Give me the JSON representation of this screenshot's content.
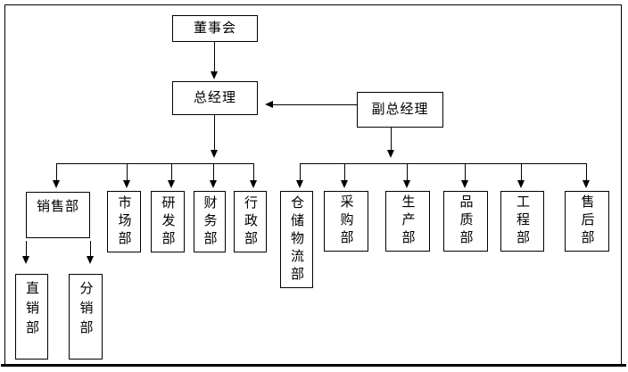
{
  "diagram": {
    "type": "org-chart",
    "background_color": "#ffffff",
    "line_color": "#000000",
    "nodes": {
      "board": "董事会",
      "general_manager": "总经理",
      "deputy_general_manager": "副总经理",
      "sales_dept": "销售部",
      "marketing_dept": "市场部",
      "rnd_dept": "研发部",
      "finance_dept": "财务部",
      "admin_dept": "行政部",
      "warehouse_logistics_dept": "仓储物流部",
      "purchasing_dept": "采购部",
      "production_dept": "生产部",
      "quality_dept": "品质部",
      "engineering_dept": "工程部",
      "after_sales_dept": "售后部",
      "direct_sales_dept": "直销部",
      "distribution_dept": "分销部"
    },
    "edges": [
      {
        "from": "board",
        "to": "general_manager"
      },
      {
        "from": "deputy_general_manager",
        "to": "general_manager"
      },
      {
        "from": "general_manager",
        "to": "sales_dept"
      },
      {
        "from": "general_manager",
        "to": "marketing_dept"
      },
      {
        "from": "general_manager",
        "to": "rnd_dept"
      },
      {
        "from": "general_manager",
        "to": "finance_dept"
      },
      {
        "from": "general_manager",
        "to": "admin_dept"
      },
      {
        "from": "deputy_general_manager",
        "to": "warehouse_logistics_dept"
      },
      {
        "from": "deputy_general_manager",
        "to": "purchasing_dept"
      },
      {
        "from": "deputy_general_manager",
        "to": "production_dept"
      },
      {
        "from": "deputy_general_manager",
        "to": "quality_dept"
      },
      {
        "from": "deputy_general_manager",
        "to": "engineering_dept"
      },
      {
        "from": "deputy_general_manager",
        "to": "after_sales_dept"
      },
      {
        "from": "sales_dept",
        "to": "direct_sales_dept"
      },
      {
        "from": "sales_dept",
        "to": "distribution_dept"
      }
    ]
  }
}
